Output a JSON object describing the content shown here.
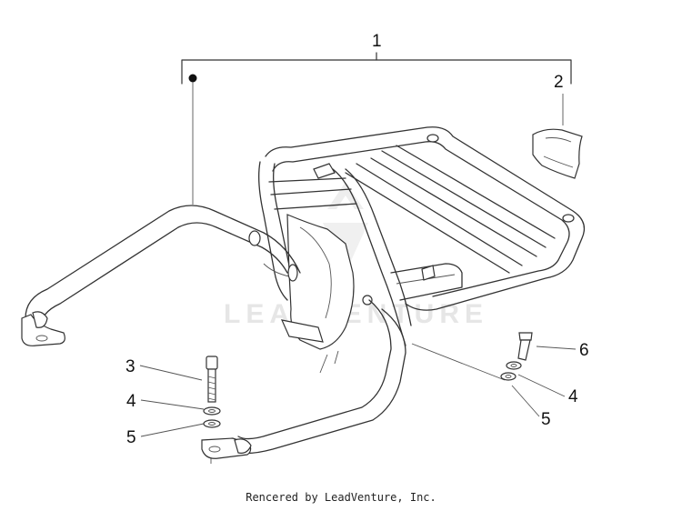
{
  "diagram": {
    "callouts": [
      {
        "id": "1",
        "label": "1"
      },
      {
        "id": "2",
        "label": "2"
      },
      {
        "id": "3",
        "label": "3"
      },
      {
        "id": "4a",
        "label": "4"
      },
      {
        "id": "5a",
        "label": "5"
      },
      {
        "id": "4b",
        "label": "4"
      },
      {
        "id": "5b",
        "label": "5"
      },
      {
        "id": "6",
        "label": "6"
      }
    ],
    "watermark": "LEADVENTURE"
  },
  "footer": {
    "credit": "Rencered by LeadVenture, Inc."
  }
}
